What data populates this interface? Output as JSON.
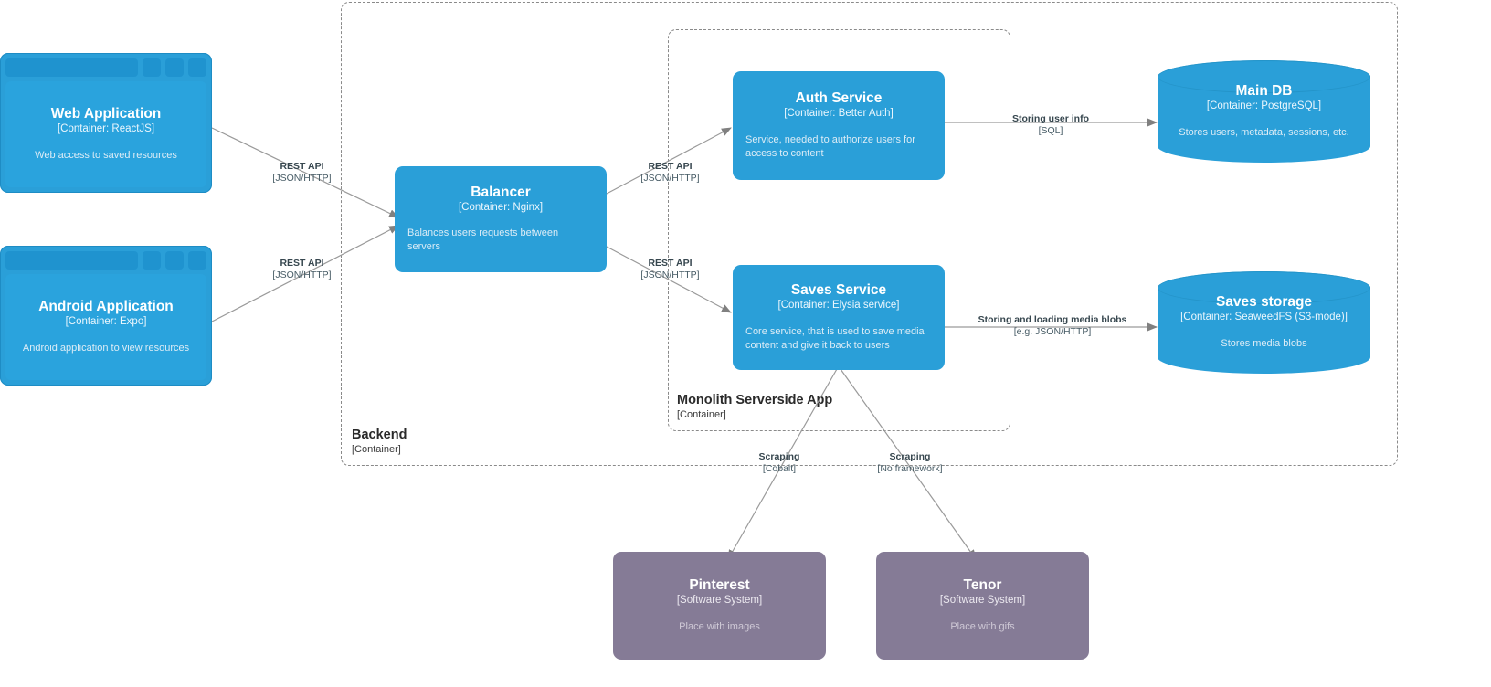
{
  "diagram": {
    "type": "C4 Container diagram",
    "accent_blue": "#2a9fd8",
    "external_purple": "#857b96",
    "edge_color": "#8a8a8a"
  },
  "boundaries": [
    {
      "id": "backend",
      "name": "Backend",
      "tech": "[Container]"
    },
    {
      "id": "monolith",
      "name": "Monolith Serverside App",
      "tech": "[Container]"
    }
  ],
  "nodes": {
    "web_application": {
      "title": "Web Application",
      "tech": "[Container: ReactJS]",
      "desc": "Web access to saved resources"
    },
    "android_application": {
      "title": "Android Application",
      "tech": "[Container: Expo]",
      "desc": "Android application to view resources"
    },
    "balancer": {
      "title": "Balancer",
      "tech": "[Container: Nginx]",
      "desc": "Balances users requests between servers"
    },
    "auth_service": {
      "title": "Auth Service",
      "tech": "[Container: Better Auth]",
      "desc": "Service, needed to authorize users for access to content"
    },
    "saves_service": {
      "title": "Saves Service",
      "tech": "[Container: Elysia service]",
      "desc": "Core service, that is used to save media content and give it back to users"
    },
    "main_db": {
      "title": "Main DB",
      "tech": "[Container: PostgreSQL]",
      "desc": "Stores users, metadata, sessions, etc."
    },
    "saves_storage": {
      "title": "Saves storage",
      "tech": "[Container: SeaweedFS (S3-mode)]",
      "desc": "Stores media blobs"
    },
    "pinterest": {
      "title": "Pinterest",
      "tech": "[Software System]",
      "desc": "Place with images"
    },
    "tenor": {
      "title": "Tenor",
      "tech": "[Software System]",
      "desc": "Place with gifs"
    }
  },
  "edges": [
    {
      "id": "web-to-balancer",
      "from": "web_application",
      "to": "balancer",
      "name": "REST API",
      "tech": "[JSON/HTTP]"
    },
    {
      "id": "android-to-balancer",
      "from": "android_application",
      "to": "balancer",
      "name": "REST API",
      "tech": "[JSON/HTTP]"
    },
    {
      "id": "balancer-to-auth",
      "from": "balancer",
      "to": "auth_service",
      "name": "REST API",
      "tech": "[JSON/HTTP]"
    },
    {
      "id": "balancer-to-saves",
      "from": "balancer",
      "to": "saves_service",
      "name": "REST API",
      "tech": "[JSON/HTTP]"
    },
    {
      "id": "auth-to-maindb",
      "from": "auth_service",
      "to": "main_db",
      "name": "Storing user info",
      "tech": "[SQL]"
    },
    {
      "id": "saves-to-storage",
      "from": "saves_service",
      "to": "saves_storage",
      "name": "Storing and loading media blobs",
      "tech": "[e.g. JSON/HTTP]"
    },
    {
      "id": "saves-to-pinterest",
      "from": "saves_service",
      "to": "pinterest",
      "name": "Scraping",
      "tech": "[Cobalt]"
    },
    {
      "id": "saves-to-tenor",
      "from": "saves_service",
      "to": "tenor",
      "name": "Scraping",
      "tech": "[No framework]"
    }
  ]
}
